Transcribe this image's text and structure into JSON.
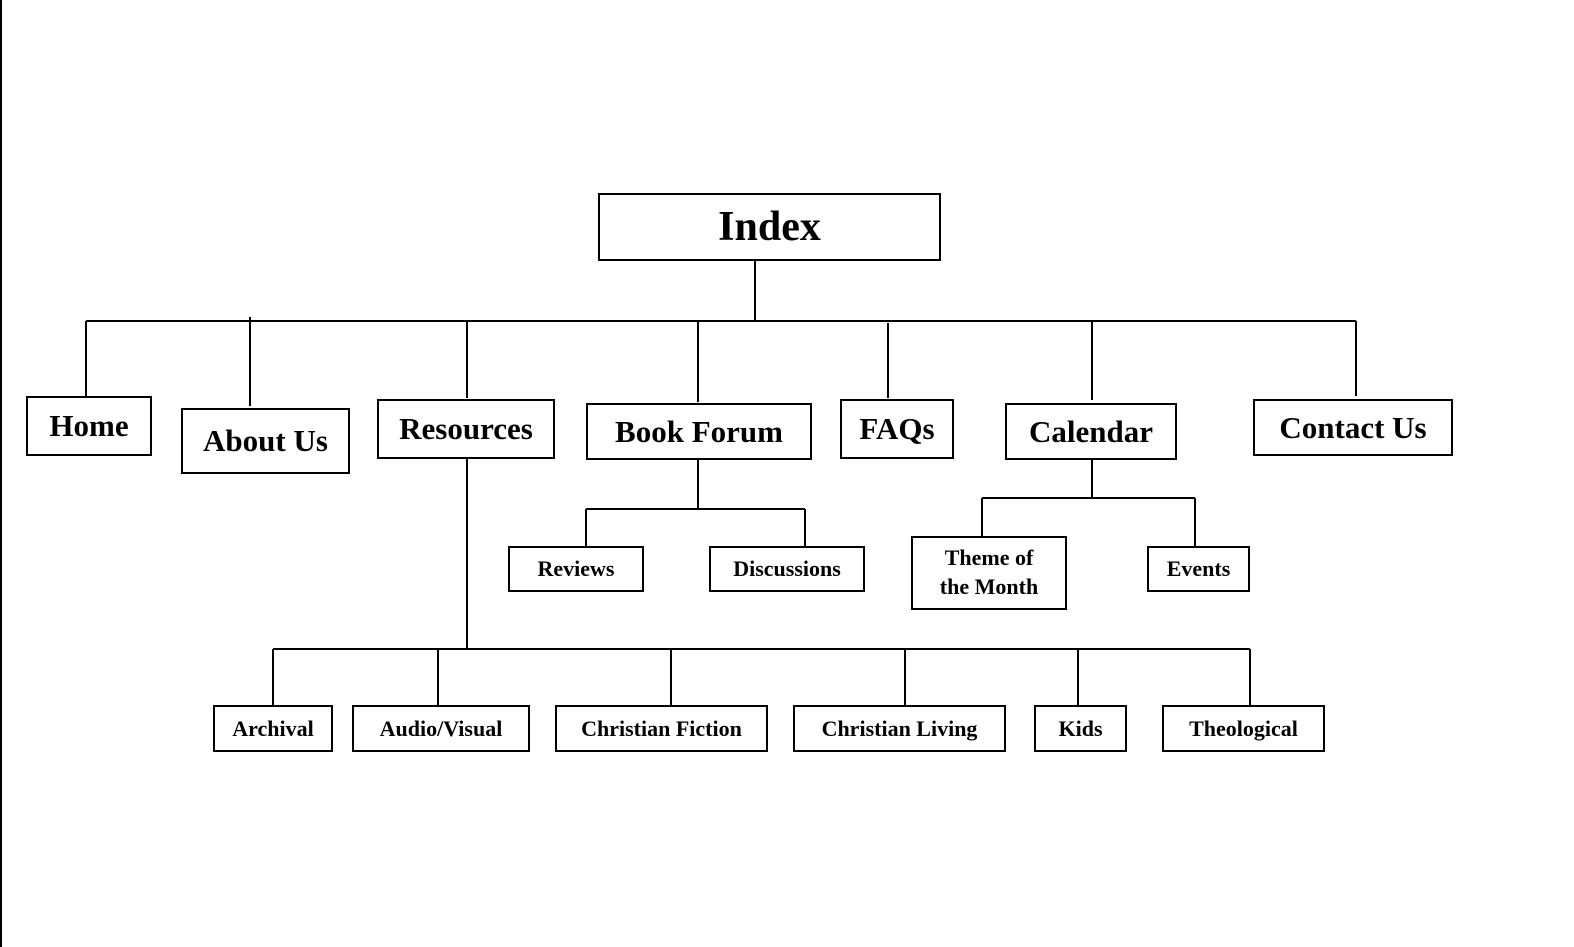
{
  "diagram": {
    "root": {
      "label": "Index"
    },
    "sections": {
      "home": {
        "label": "Home"
      },
      "about_us": {
        "label": "About Us"
      },
      "resources": {
        "label": "Resources",
        "children": [
          {
            "label": "Archival"
          },
          {
            "label": "Audio/Visual"
          },
          {
            "label": "Christian Fiction"
          },
          {
            "label": "Christian Living"
          },
          {
            "label": "Kids"
          },
          {
            "label": "Theological"
          }
        ]
      },
      "book_forum": {
        "label": "Book Forum",
        "children": [
          {
            "label": "Reviews"
          },
          {
            "label": "Discussions"
          }
        ]
      },
      "faqs": {
        "label": "FAQs"
      },
      "calendar": {
        "label": "Calendar",
        "children": [
          {
            "label": "Theme of the Month"
          },
          {
            "label": "Events"
          }
        ]
      },
      "contact_us": {
        "label": "Contact Us"
      }
    },
    "colors": {
      "line": "#000000",
      "box_border": "#000000",
      "box_fill": "#ffffff",
      "text": "#000000"
    }
  }
}
